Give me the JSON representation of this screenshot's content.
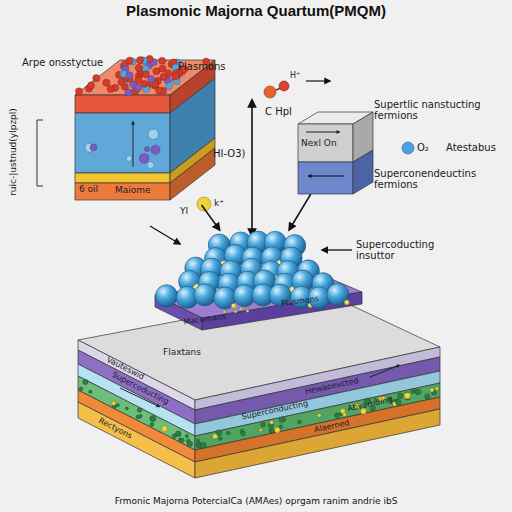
{
  "diagram": {
    "title": "Plasmonic Majorna Quartum(PMQM)",
    "caption": "Frmonic Majorna PotercialCa (AMAes) oprgam ranim andrie ibS",
    "nodes": [
      {
        "text": [
          "6 oil",
          "Maiome"
        ]
      },
      {
        "text": [
          "Nexl On"
        ]
      },
      {
        "text": [
          "Flaxtans",
          "Vauteswid",
          "Supercoducting",
          "Rectyons",
          "Hewaoevcted",
          "Superconducting",
          "Abvarnding",
          "Alaerned"
        ]
      },
      {
        "text": [
          "Macomans",
          "Plasmons"
        ],
        "in": 2
      }
    ],
    "edges": [
      {
        "from": 0,
        "to": 3,
        "arrow": "to"
      },
      {
        "from": 1,
        "to": 3,
        "arrow": "to"
      }
    ],
    "labels": [
      "Arpe onsstyctue",
      "Plasmons",
      "ruic-|ustnud(ylpzpl)",
      "HI-O3)",
      "H⁺",
      "C Hpl",
      "Supertlic nanstucting fermions",
      "O₂",
      "Atestabus",
      "Superconendeuctins fermions",
      "YI",
      "k⁺",
      "Supercoducting insuttor"
    ]
  }
}
